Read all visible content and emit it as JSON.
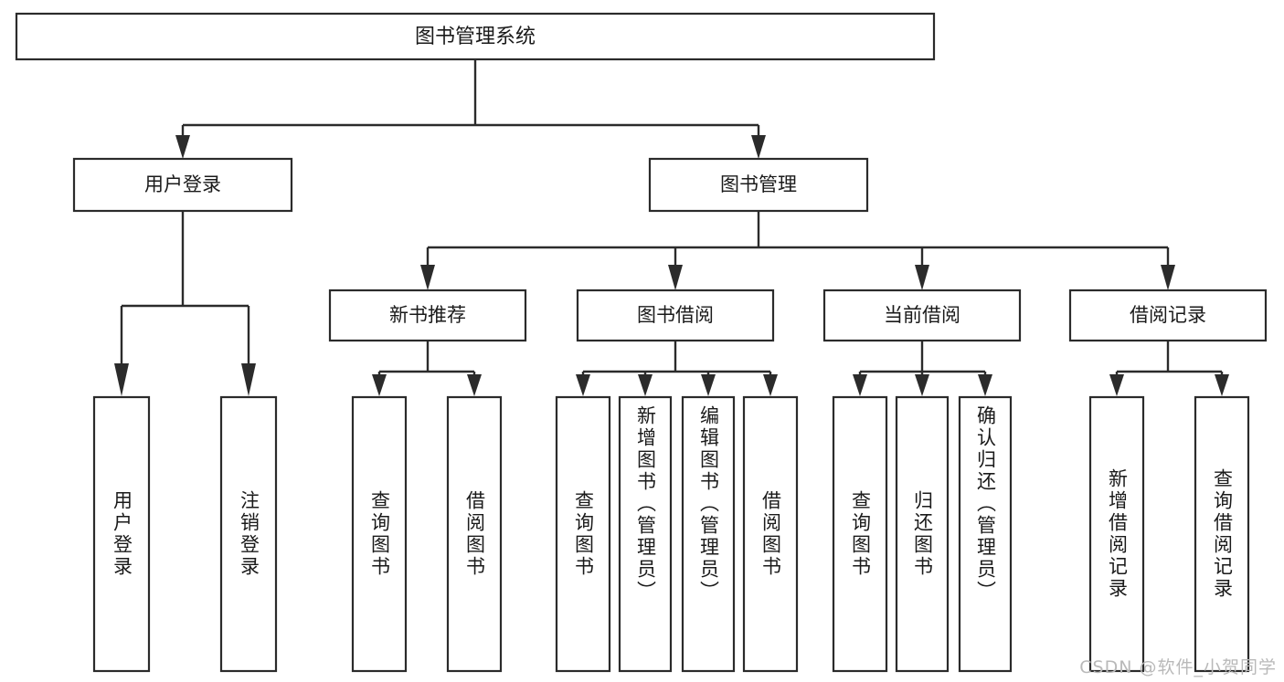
{
  "diagram": {
    "type": "tree-hierarchy",
    "title": "图书管理系统",
    "watermark": "CSDN @软件_小贺同学",
    "root": {
      "id": "root",
      "label": "图书管理系统",
      "orientation": "horizontal"
    },
    "level2": [
      {
        "id": "user-login",
        "label": "用户登录",
        "orientation": "horizontal"
      },
      {
        "id": "book-manage",
        "label": "图书管理",
        "orientation": "horizontal"
      }
    ],
    "level3": [
      {
        "id": "new-book-recommend",
        "label": "新书推荐",
        "orientation": "horizontal",
        "parent": "book-manage"
      },
      {
        "id": "book-borrow",
        "label": "图书借阅",
        "orientation": "horizontal",
        "parent": "book-manage"
      },
      {
        "id": "current-borrow",
        "label": "当前借阅",
        "orientation": "horizontal",
        "parent": "book-manage"
      },
      {
        "id": "borrow-record",
        "label": "借阅记录",
        "orientation": "horizontal",
        "parent": "book-manage"
      }
    ],
    "leaves": [
      {
        "id": "leaf-user-login",
        "label": "用户登录",
        "orientation": "vertical",
        "parent": "user-login",
        "align": "centered"
      },
      {
        "id": "leaf-user-logout",
        "label": "注销登录",
        "orientation": "vertical",
        "parent": "user-login",
        "align": "centered"
      },
      {
        "id": "leaf-query-book-1",
        "label": "查询图书",
        "orientation": "vertical",
        "parent": "new-book-recommend",
        "align": "centered"
      },
      {
        "id": "leaf-borrow-book-1",
        "label": "借阅图书",
        "orientation": "vertical",
        "parent": "new-book-recommend",
        "align": "centered"
      },
      {
        "id": "leaf-query-book-2",
        "label": "查询图书",
        "orientation": "vertical",
        "parent": "book-borrow",
        "align": "centered"
      },
      {
        "id": "leaf-add-book",
        "label": "新增图书（管理员）",
        "orientation": "vertical",
        "parent": "book-borrow",
        "align": "top"
      },
      {
        "id": "leaf-edit-book",
        "label": "编辑图书（管理员）",
        "orientation": "vertical",
        "parent": "book-borrow",
        "align": "top"
      },
      {
        "id": "leaf-borrow-book-2",
        "label": "借阅图书",
        "orientation": "vertical",
        "parent": "book-borrow",
        "align": "centered"
      },
      {
        "id": "leaf-query-book-3",
        "label": "查询图书",
        "orientation": "vertical",
        "parent": "current-borrow",
        "align": "centered"
      },
      {
        "id": "leaf-return-book",
        "label": "归还图书",
        "orientation": "vertical",
        "parent": "current-borrow",
        "align": "centered"
      },
      {
        "id": "leaf-confirm-return",
        "label": "确认归还（管理员）",
        "orientation": "vertical",
        "parent": "current-borrow",
        "align": "top"
      },
      {
        "id": "leaf-add-record",
        "label": "新增借阅记录",
        "orientation": "vertical",
        "parent": "borrow-record",
        "align": "centered"
      },
      {
        "id": "leaf-query-record",
        "label": "查询借阅记录",
        "orientation": "vertical",
        "parent": "borrow-record",
        "align": "centered"
      }
    ],
    "colors": {
      "stroke": "#2b2b2b",
      "fill": "#ffffff",
      "text": "#1a1a1a",
      "watermark": "#b9b9b9",
      "background": "#ffffff"
    }
  }
}
